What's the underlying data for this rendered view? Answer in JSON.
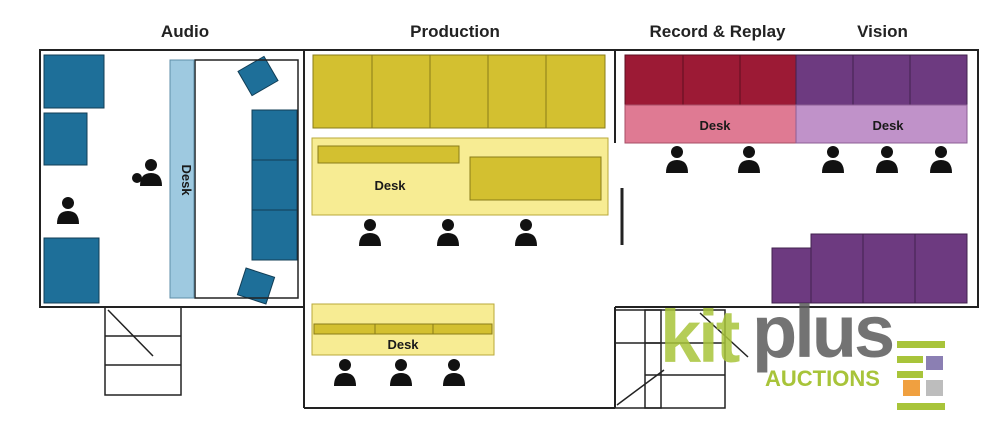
{
  "sections": {
    "audio": "Audio",
    "production": "Production",
    "record_replay": "Record & Replay",
    "vision": "Vision"
  },
  "desks": {
    "audio": "Desk",
    "production_main": "Desk",
    "production_lower": "Desk",
    "record_replay": "Desk",
    "vision": "Desk"
  },
  "logo": {
    "word_kit": "kit",
    "word_plus": "plus",
    "word_auctions": "AUCTIONS"
  },
  "colors": {
    "audio_blue": "#1e6f99",
    "audio_desk": "#9ec9e0",
    "production_olive": "#d3c030",
    "production_desk": "#f7ec93",
    "replay_red": "#9c1a35",
    "replay_desk": "#df7a93",
    "vision_purple": "#6d3a80",
    "vision_desk": "#c092c9",
    "logo_green": "#a8c43a",
    "logo_grey": "#5a5a5a",
    "person": "#111111"
  },
  "icons": {
    "person": "person-icon",
    "staircase": "staircase-icon"
  }
}
